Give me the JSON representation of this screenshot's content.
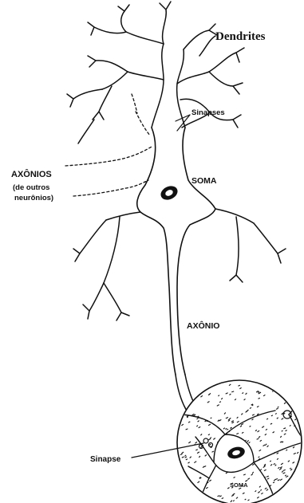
{
  "labels": {
    "dendrites": "Dendrites",
    "sinapses_top": "Sinapses",
    "soma_main": "SOMA",
    "axonios": "AXÔNIOS",
    "axonios_sub1": "(de outros",
    "axonios_sub2": "neurônios)",
    "axonio": "AXÔNIO",
    "sinapse_bottom": "Sinapse",
    "soma_small": "SOMA"
  },
  "colors": {
    "ink": "#111111",
    "background": "#ffffff"
  }
}
